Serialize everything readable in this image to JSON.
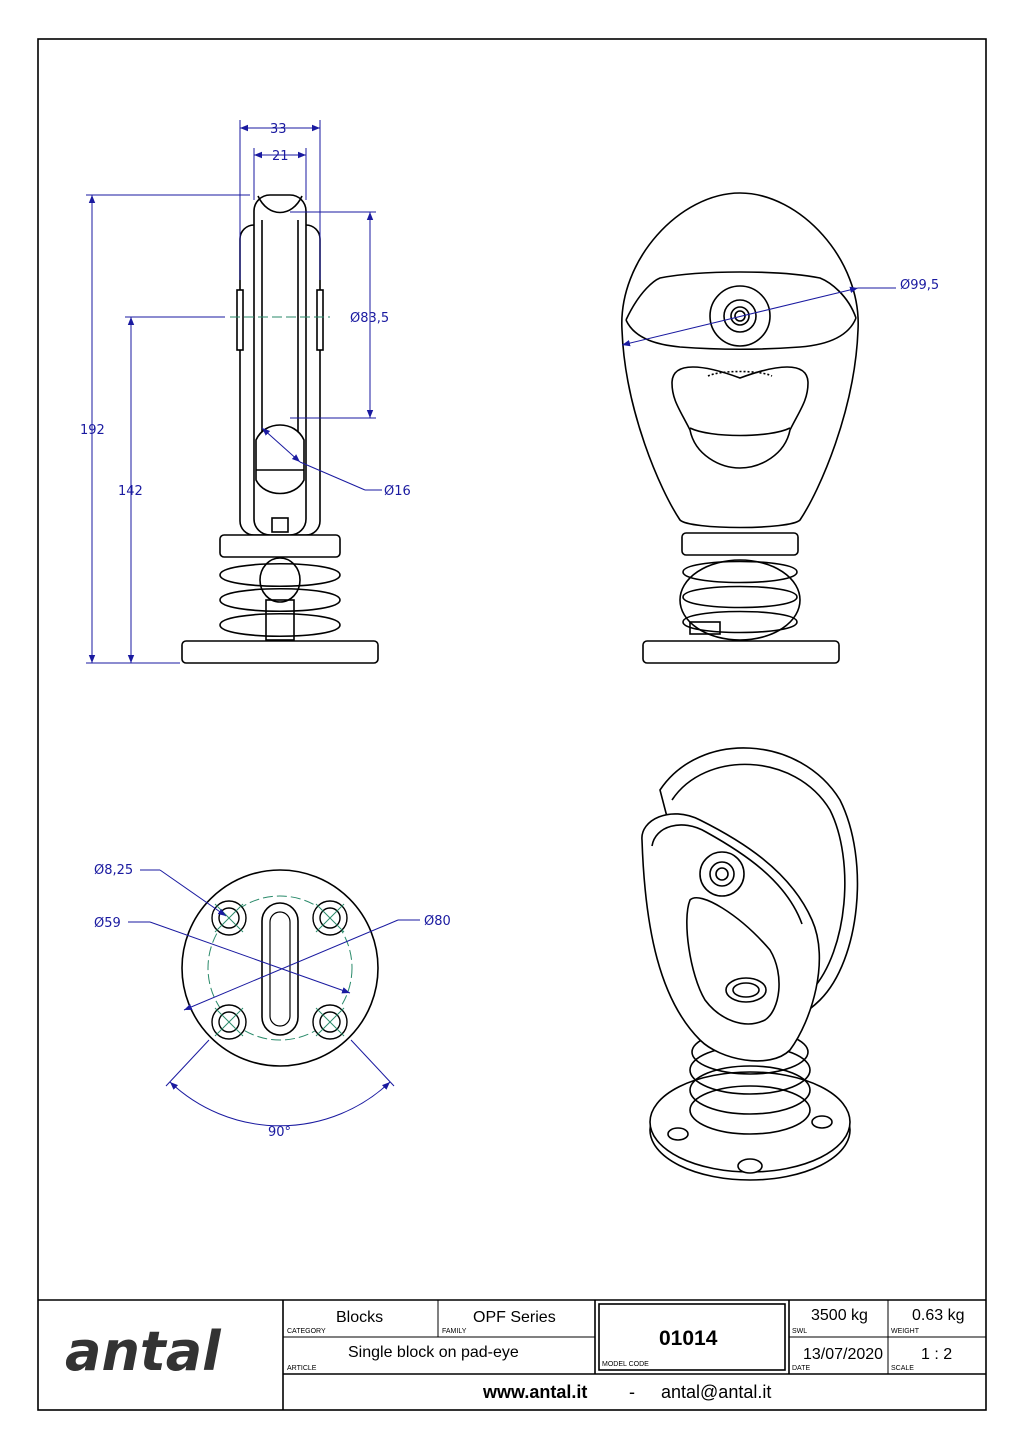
{
  "dimensions": {
    "width_33": "33",
    "width_21": "21",
    "height_192": "192",
    "height_142": "142",
    "sheave_dia": "Ø83,5",
    "hole_dia": "Ø16",
    "side_dia": "Ø99,5",
    "bolt_hole_dia": "Ø8,25",
    "bolt_circle_dia": "Ø59",
    "base_dia": "Ø80",
    "angle": "90°"
  },
  "title_block": {
    "logo": "antal",
    "category_value": "Blocks",
    "category_caption": "CATEGORY",
    "family_value": "OPF Series",
    "family_caption": "FAMILY",
    "article_value": "Single block on pad-eye",
    "article_caption": "ARTICLE",
    "model_code_value": "01014",
    "model_code_caption": "MODEL CODE",
    "swl_value": "3500 kg",
    "swl_caption": "SWL",
    "weight_value": "0.63 kg",
    "weight_caption": "WEIGHT",
    "date_value": "13/07/2020",
    "date_caption": "DATE",
    "scale_value": "1 : 2",
    "scale_caption": "SCALE",
    "website": "www.antal.it",
    "separator": "-",
    "email": "antal@antal.it"
  },
  "colors": {
    "dimension": "#1a1aa0",
    "centerline": "#2a8a6a",
    "logo_bar": "#f2c100"
  }
}
